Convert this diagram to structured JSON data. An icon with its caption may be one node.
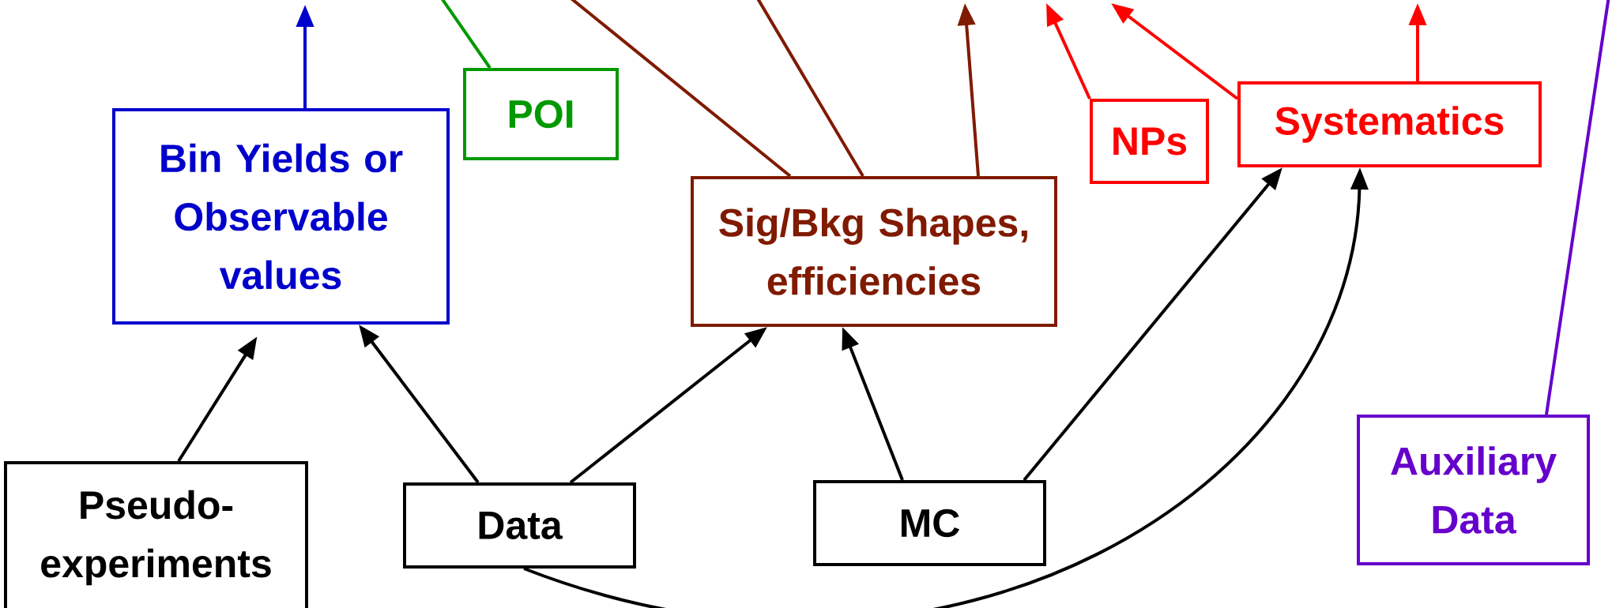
{
  "diagram": {
    "nodes": [
      {
        "text": [
          "Bin Yields or Observable values"
        ]
      },
      {
        "text": [
          "POI"
        ]
      },
      {
        "text": [
          "Sig/Bkg Shapes, efficiencies"
        ]
      },
      {
        "text": [
          "NPs"
        ]
      },
      {
        "text": [
          "Systematics"
        ]
      },
      {
        "text": [
          "Pseudo-experiments"
        ]
      },
      {
        "text": [
          "Data"
        ]
      },
      {
        "text": [
          "MC"
        ]
      },
      {
        "text": [
          "Auxiliary Data"
        ]
      }
    ],
    "edges": [
      {
        "from": 5,
        "to": 0,
        "arrow": "to"
      },
      {
        "from": 6,
        "to": 0,
        "arrow": "to"
      },
      {
        "from": 6,
        "to": 2,
        "arrow": "to"
      },
      {
        "from": 7,
        "to": 2,
        "arrow": "to"
      },
      {
        "from": 7,
        "to": 4,
        "arrow": "to"
      },
      {
        "from": 6,
        "to": 4,
        "arrow": "to"
      },
      {
        "from": 0,
        "to": null,
        "arrow": "to",
        "color": "#0000cc"
      },
      {
        "from": 1,
        "to": null,
        "arrow": "none",
        "color": "#009900"
      },
      {
        "from": 2,
        "to": null,
        "arrow": "none",
        "color": "#801a00"
      },
      {
        "from": 2,
        "to": null,
        "arrow": "none",
        "color": "#801a00"
      },
      {
        "from": 2,
        "to": null,
        "arrow": "to",
        "color": "#801a00"
      },
      {
        "from": 3,
        "to": null,
        "arrow": "to",
        "color": "#ff0000"
      },
      {
        "from": 4,
        "to": null,
        "arrow": "to",
        "color": "#ff0000"
      },
      {
        "from": 4,
        "to": null,
        "arrow": "to",
        "color": "#ff0000"
      },
      {
        "from": 8,
        "to": null,
        "arrow": "none",
        "color": "#6600cc"
      }
    ]
  }
}
